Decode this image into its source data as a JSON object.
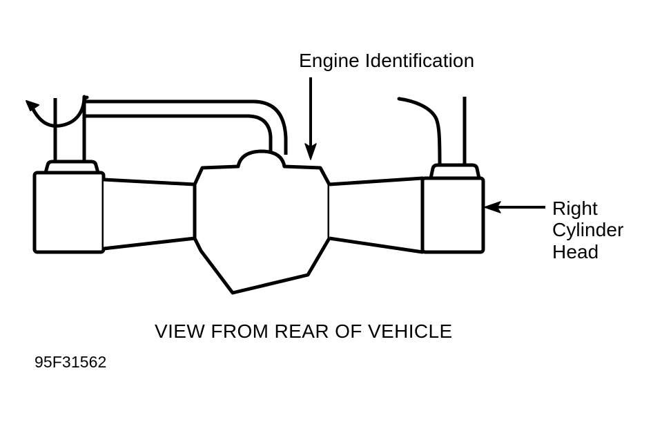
{
  "figure": {
    "title_label": "Engine Identification",
    "right_label_lines": [
      "Right",
      "Cylinder",
      "Head"
    ],
    "right_label_text": "Right\nCylinder\nHead",
    "caption": "VIEW FROM REAR OF VEHICLE",
    "figure_code": "95F31562",
    "colors": {
      "background": "#ffffff",
      "line": "#000000",
      "text": "#000000"
    },
    "callouts": [
      {
        "name": "engine-identification",
        "label": "Engine Identification",
        "arrow": "down",
        "points_to": "engine-block-top-right-shoulder"
      },
      {
        "name": "right-cylinder-head",
        "label": "Right Cylinder Head",
        "arrow": "left",
        "points_to": "right-cylinder-head-box"
      }
    ],
    "parts": [
      {
        "name": "left-cylinder-head",
        "type": "box"
      },
      {
        "name": "left-cylinder-head-collar",
        "type": "collar"
      },
      {
        "name": "left-stem",
        "type": "tube"
      },
      {
        "name": "left-hook-wire",
        "type": "wire"
      },
      {
        "name": "breather-hose",
        "type": "hose"
      },
      {
        "name": "engine-block",
        "type": "body"
      },
      {
        "name": "engine-block-hump",
        "type": "boss"
      },
      {
        "name": "left-intake-runner",
        "type": "connector"
      },
      {
        "name": "right-intake-runner",
        "type": "connector"
      },
      {
        "name": "right-cylinder-head",
        "type": "box"
      },
      {
        "name": "right-cylinder-head-collar",
        "type": "collar"
      },
      {
        "name": "right-stem",
        "type": "tube"
      },
      {
        "name": "right-hook-wire",
        "type": "wire"
      }
    ]
  }
}
